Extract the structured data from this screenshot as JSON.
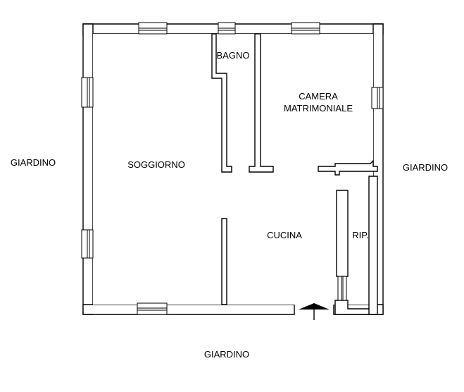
{
  "plan": {
    "rooms": {
      "bagno": "BAGNO",
      "camera_line1": "CAMERA",
      "camera_line2": "MATRIMONIALE",
      "soggiorno": "SOGGIORNO",
      "cucina": "CUCINA",
      "ripostiglio": "RIP."
    },
    "surroundings": {
      "west": "GIARDINO",
      "east": "GIARDINO",
      "south": "GIARDINO"
    }
  }
}
